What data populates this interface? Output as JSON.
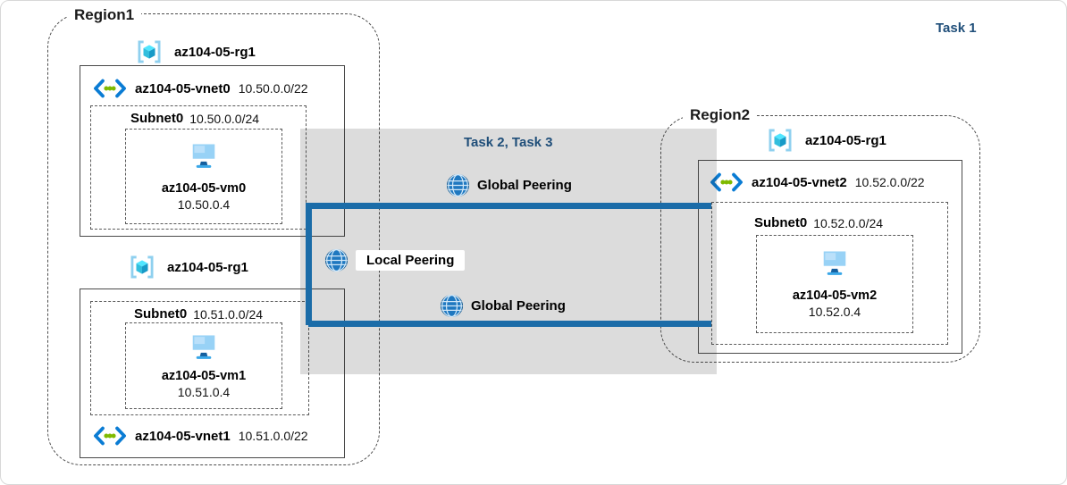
{
  "annotations": {
    "task1": "Task 1",
    "task23": "Task 2, Task 3"
  },
  "region1": {
    "label": "Region1",
    "rg_top": {
      "label": "az104-05-rg1",
      "vnet": {
        "name": "az104-05-vnet0",
        "cidr": "10.50.0.0/22"
      },
      "subnet": {
        "name": "Subnet0",
        "cidr": "10.50.0.0/24"
      },
      "vm": {
        "name": "az104-05-vm0",
        "ip": "10.50.0.4"
      }
    },
    "rg_bottom": {
      "label": "az104-05-rg1",
      "subnet": {
        "name": "Subnet0",
        "cidr": "10.51.0.0/24"
      },
      "vm": {
        "name": "az104-05-vm1",
        "ip": "10.51.0.4"
      },
      "vnet": {
        "name": "az104-05-vnet1",
        "cidr": "10.51.0.0/22"
      }
    }
  },
  "region2": {
    "label": "Region2",
    "rg": {
      "label": "az104-05-rg1",
      "vnet": {
        "name": "az104-05-vnet2",
        "cidr": "10.52.0.0/22"
      },
      "subnet": {
        "name": "Subnet0",
        "cidr": "10.52.0.0/24"
      },
      "vm": {
        "name": "az104-05-vm2",
        "ip": "10.52.0.4"
      }
    }
  },
  "peerings": {
    "global_top": "Global Peering",
    "local": "Local Peering",
    "global_bottom": "Global Peering"
  },
  "icons": {
    "resource_group": "brackets-with-cube",
    "virtual_network": "chevrons-with-dots",
    "virtual_machine": "blue-monitor",
    "peering": "globe"
  },
  "colors": {
    "peering_line": "#1b6ca8",
    "task_label": "#1f4e79",
    "task_area": "#d9d9d9"
  }
}
